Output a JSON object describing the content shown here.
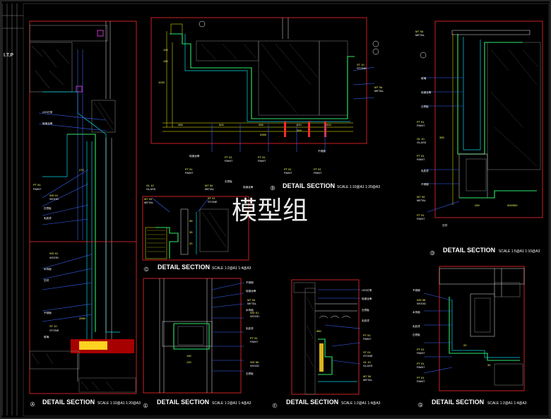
{
  "watermark": "模型组",
  "corner_logo": "I.T.P",
  "panels": {
    "A": {
      "title": "DETAIL SECTION",
      "scale": "SCALE 1:10@A1 1:20@A3",
      "letter": "A"
    },
    "B": {
      "title": "DETAIL SECTION",
      "scale": "SCALE 1:10@A1 1:20@A3",
      "letter": "B"
    },
    "C": {
      "title": "DETAIL SECTION",
      "scale": "SCALE 1:2@A1 1:4@A3",
      "letter": "C"
    },
    "D": {
      "title": "DETAIL SECTION",
      "scale": "SCALE 1:5@A1 1:10@A3",
      "letter": "D"
    },
    "E": {
      "title": "DETAIL SECTION",
      "scale": "SCALE 1:2@A1 1:4@A3",
      "letter": "E"
    },
    "F": {
      "title": "DETAIL SECTION",
      "scale": "SCALE 1:2@A1 1:4@A3",
      "letter": "F"
    },
    "G": {
      "title": "DETAIL SECTION",
      "scale": "SCALE 1:2@A1 1:4@A3",
      "letter": "G"
    }
  },
  "material_tags": {
    "paint": "PAINT",
    "wood": "WOOD",
    "stone": "STONE",
    "metal": "METAL",
    "glass": "GLASS",
    "pt": "PT",
    "mt": "MT",
    "wd": "WD",
    "st": "ST",
    "gl": "GL",
    "num_51": "51",
    "num_54": "54",
    "num_56": "56",
    "num_01": "01",
    "num_10": "10"
  },
  "dimensions_b": [
    "355",
    "600",
    "355",
    "320",
    "320",
    "100",
    "150",
    "1020",
    "300",
    "5365"
  ],
  "dimensions_misc": [
    "270",
    "2650",
    "580",
    "120",
    "150",
    "98",
    "35",
    "20",
    "30",
    "259",
    "355",
    "300/500"
  ],
  "notes": {
    "n1": "LED灯带",
    "n2": "轻钢龙骨",
    "n3": "石膏板",
    "n4": "乳胶漆",
    "n5": "木饰面",
    "n6": "石材",
    "n7": "不锈钢",
    "n8": "玻璃"
  }
}
